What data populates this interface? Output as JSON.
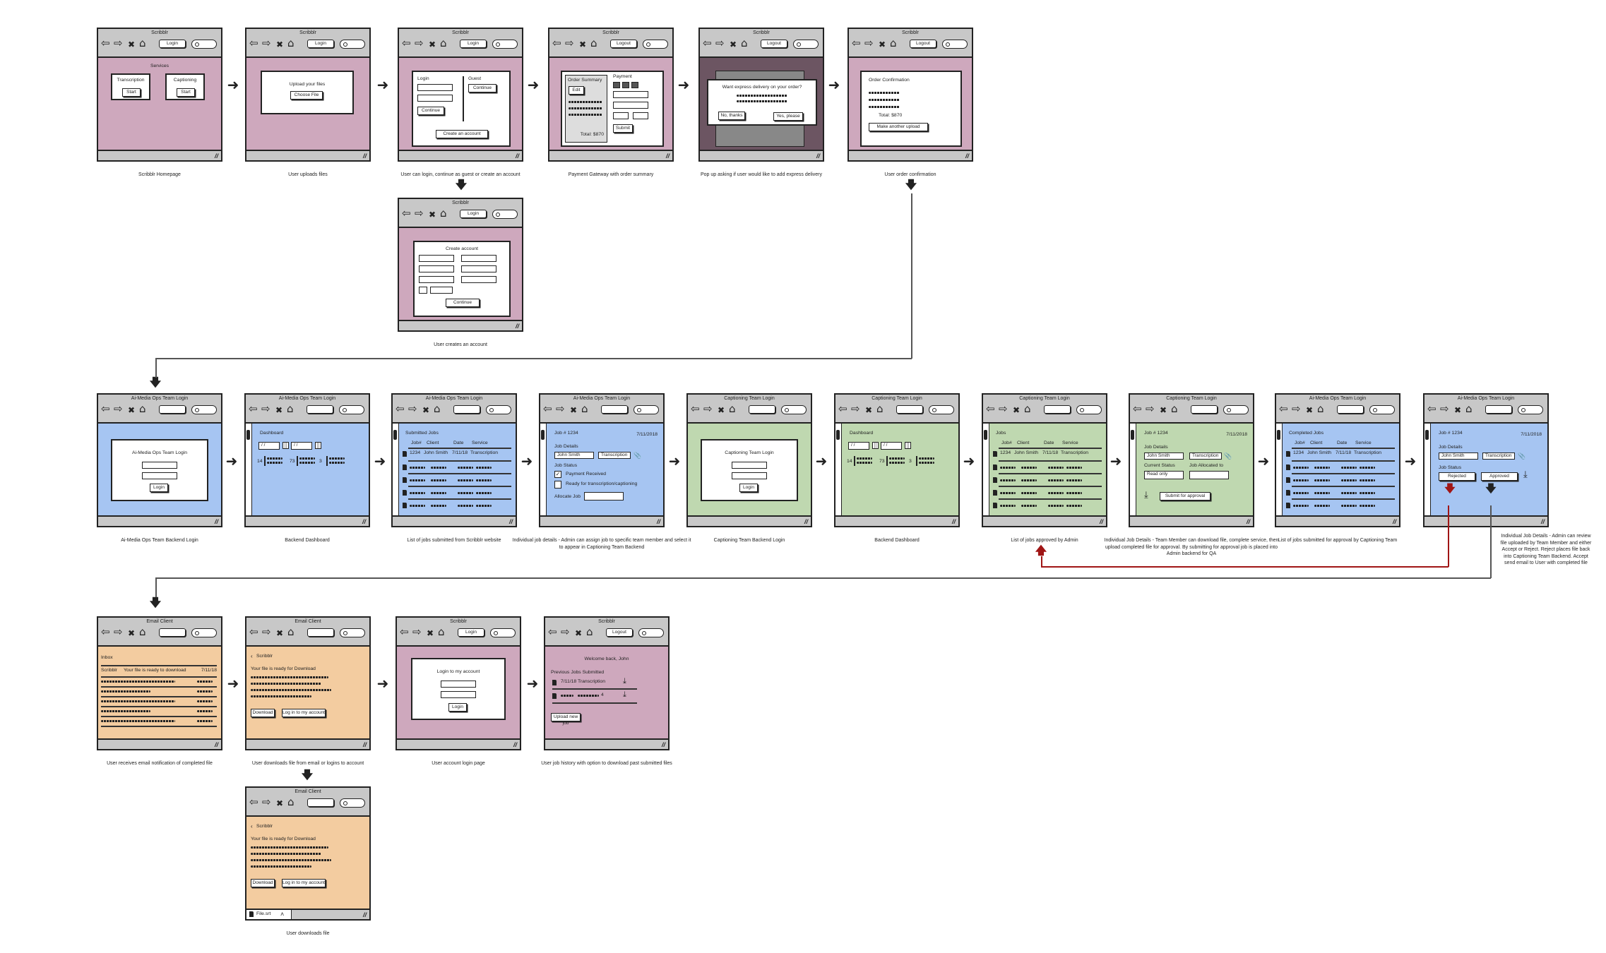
{
  "frames": [
    {
      "title": "Scribblr",
      "nav_button": "Login",
      "caption": "Scribblr Homepage",
      "services_heading": "Services",
      "cards": [
        {
          "title": "Transcription",
          "button": "Start"
        },
        {
          "title": "Captioning",
          "button": "Start"
        }
      ]
    },
    {
      "title": "Scribblr",
      "nav_button": "Login",
      "caption": "User uploads files",
      "heading": "Upload your files",
      "button": "Choose File"
    },
    {
      "title": "Scribblr",
      "nav_button": "Login",
      "caption": "User can login, continue as guest or create an account",
      "login_label": "Login",
      "login_button": "Continue",
      "guest_label": "Guest",
      "guest_button": "Continue",
      "create_button": "Create an account"
    },
    {
      "title": "Scribblr",
      "nav_button": "Logout",
      "caption": "Payment Gateway with order summary",
      "summary_label": "Order Summary",
      "edit_button": "Edit",
      "total": "Total: $870",
      "payment_label": "Payment",
      "submit_button": "Submit"
    },
    {
      "title": "Scribblr",
      "nav_button": "Logout",
      "caption": "Pop up asking if user would like to add express delivery",
      "question": "Want express delivery on your order?",
      "no_button": "No, thanks",
      "yes_button": "Yes, please"
    },
    {
      "title": "Scribblr",
      "nav_button": "Logout",
      "caption": "User order confirmation",
      "heading": "Order Confirmation",
      "total": "Total: $870",
      "button": "Make another upload"
    },
    {
      "title": "Scribblr",
      "nav_button": "Login",
      "caption": "User creates an account",
      "heading": "Create account",
      "button": "Continue"
    },
    {
      "title": "Ai-Media Ops Team Login",
      "caption": "Ai-Media Ops Team Backend Login",
      "heading": "Ai-Media Ops Team Login",
      "button": "Login"
    },
    {
      "title": "Ai-Media Ops Team Login",
      "caption": "Backend Dashboard",
      "heading": "Dashboard",
      "date_placeholder": "/ /",
      "stats": [
        "14",
        "73",
        "3"
      ]
    },
    {
      "title": "Ai-Media Ops Team Login",
      "caption": "List of jobs submitted from Scribblr website",
      "heading": "Submitted Jobs",
      "columns": [
        "Job#",
        "Client",
        "Date",
        "Service"
      ],
      "row": [
        "1234",
        "John Smith",
        "7/11/18",
        "Transcription"
      ]
    },
    {
      "title": "Ai-Media Ops Team Login",
      "caption": "Individual job details - Admin can assign job to specific team member and select it to appear in Captioning Team Backend",
      "job": "Job # 1234",
      "date": "7/11/2018",
      "details_label": "Job Details",
      "client": "John Smith",
      "service": "Transcription",
      "status_label": "Job Status",
      "check1": "Payment Received",
      "check2": "Ready for transcription/captioning",
      "allocate_label": "Allocate Job"
    },
    {
      "title": "Captioning Team Login",
      "caption": "Captioning Team Backend Login",
      "heading": "Captioning Team Login",
      "button": "Login"
    },
    {
      "title": "Captioning Team Login",
      "caption": "Backend Dashboard",
      "heading": "Dashboard",
      "date_placeholder": "/ /",
      "stats": [
        "14",
        "73",
        "3"
      ]
    },
    {
      "title": "Captioning Team Login",
      "caption": "List of jobs approved by Admin",
      "heading": "Jobs",
      "columns": [
        "Job#",
        "Client",
        "Date",
        "Service"
      ],
      "row": [
        "1234",
        "John Smith",
        "7/11/18",
        "Transcription"
      ]
    },
    {
      "title": "Captioning Team Login",
      "caption": "Individual Job Details - Team Member can download file, complete service, then upload completed file for approval. By submitting for approval job is placed into Admin backend for QA",
      "job": "Job # 1234",
      "date": "7/11/2018",
      "details_label": "Job Details",
      "client": "John Smith",
      "service": "Transcription",
      "current_label": "Current Status",
      "allocated_label": "Job Allocated to",
      "current_value": "Read only",
      "submit_button": "Submit for approval"
    },
    {
      "title": "Ai-Media Ops Team Login",
      "caption": "List of jobs submitted for approval by Captioning Team",
      "heading": "Completed Jobs",
      "columns": [
        "Job#",
        "Client",
        "Date",
        "Service"
      ],
      "row": [
        "1234",
        "John Smith",
        "7/11/18",
        "Transcription"
      ]
    },
    {
      "title": "Ai-Media Ops Team Login",
      "caption": "Individual Job Details - Admin can review file uploaded by Team Member and either Accept or Reject. Reject places file back into Captioning Team Backend. Accept send email to User with completed file",
      "job": "Job # 1234",
      "date": "7/11/2018",
      "details_label": "Job Details",
      "client": "John Smith",
      "service": "Transcription",
      "status_label": "Job Status",
      "reject_button": "Rejected",
      "approve_button": "Approved"
    },
    {
      "title": "Email Client",
      "caption": "User receives email notification of completed file",
      "heading": "Inbox",
      "sender": "Scribblr",
      "subject": "Your file is ready to download",
      "date": "7/11/18"
    },
    {
      "title": "Email Client",
      "caption": "User downloads file from email or logins to account",
      "back": "Scribblr",
      "heading": "Your file is ready for Download",
      "download_button": "Download",
      "login_button": "Log in to my account"
    },
    {
      "title": "Scribblr",
      "nav_button": "Login",
      "caption": "User account login page",
      "heading": "Login to my account",
      "button": "Login"
    },
    {
      "title": "Scribblr",
      "nav_button": "Logout",
      "caption": "User job history with option to download past submitted files",
      "welcome": "Welcome back, John",
      "jobs_label": "Previous Jobs Submitted",
      "job_row": "7/11/18  Transcription",
      "scribble_count": "4",
      "button": "Upload new job"
    },
    {
      "title": "Email Client",
      "caption": "User downloads file",
      "back": "Scribblr",
      "heading": "Your file is ready for Download",
      "download_button": "Download",
      "login_button": "Log in to my account",
      "download_file": "File.srt"
    }
  ],
  "colors": {
    "scribblr": "#cea8bd",
    "ops": "#a6c5f2",
    "captioning": "#bfd8b0",
    "email": "#f3cca0",
    "reject": "#a01515"
  }
}
